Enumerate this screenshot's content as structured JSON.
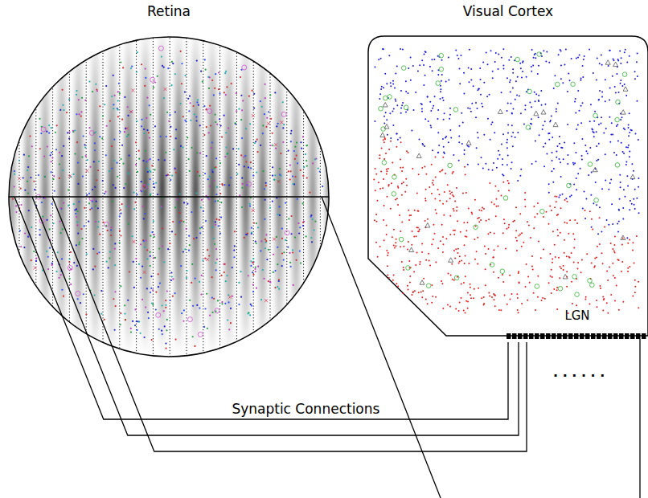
{
  "diagram": {
    "nodes": [
      {
        "text": [
          "Retina"
        ]
      },
      {
        "text": [
          "Visual Cortex"
        ]
      },
      {
        "text": [
          "LGN"
        ],
        "in": 1
      }
    ],
    "edges": [
      {
        "from": 0,
        "to": 2,
        "arrow": "none",
        "label": "Synaptic Connections"
      },
      {
        "from": 0,
        "to": 2,
        "arrow": "none"
      },
      {
        "from": 0,
        "to": 2,
        "arrow": "none"
      }
    ],
    "labels": [
      ". . . . . ."
    ]
  }
}
